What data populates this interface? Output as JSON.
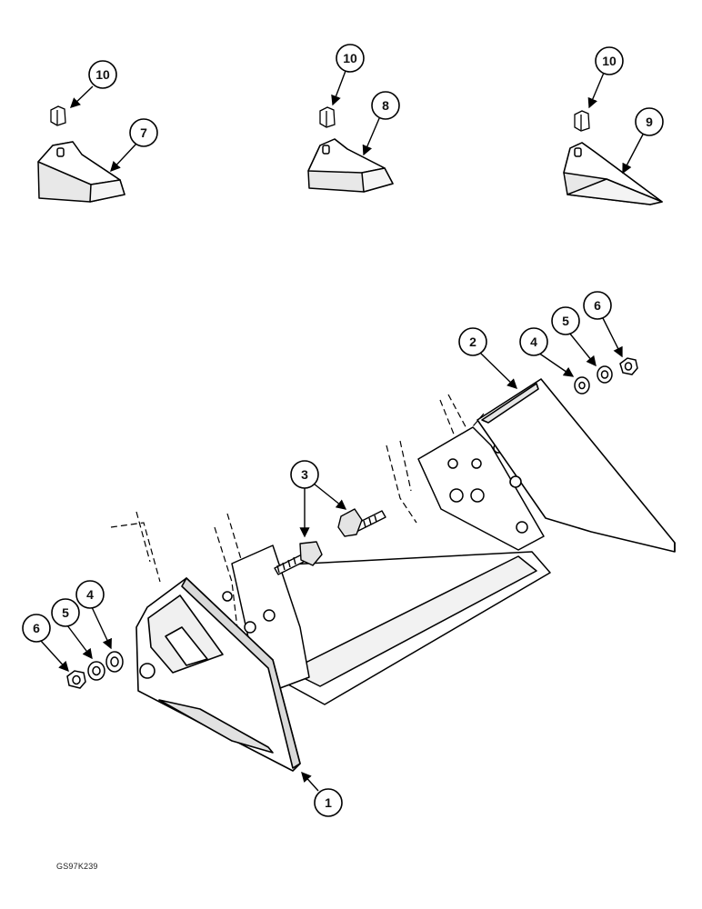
{
  "figure": {
    "code": "GS97K239",
    "callouts": {
      "c10a": "10",
      "c7": "7",
      "c10b": "10",
      "c8": "8",
      "c10c": "10",
      "c9": "9",
      "c2": "2",
      "c4r": "4",
      "c5r": "5",
      "c6r": "6",
      "c3": "3",
      "c4l": "4",
      "c5l": "5",
      "c6l": "6",
      "c1": "1"
    }
  }
}
